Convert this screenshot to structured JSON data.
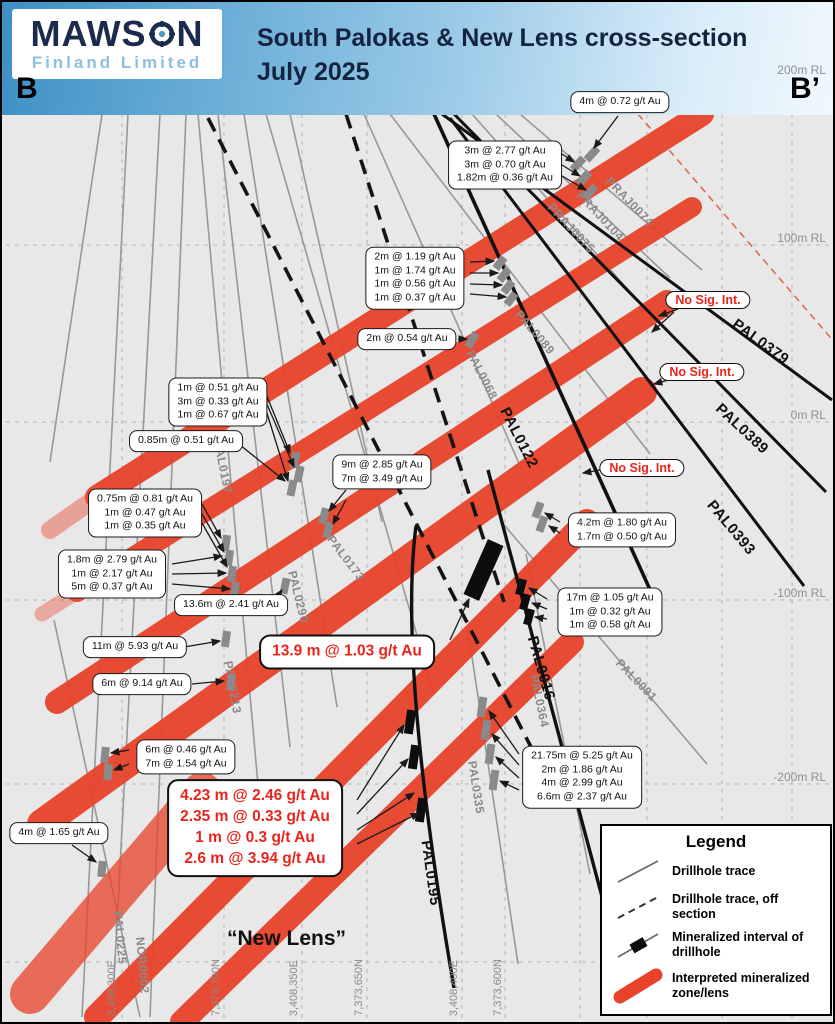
{
  "header": {
    "logo": {
      "brand_left": "MAWS",
      "brand_right": "N",
      "subtitle": "Finland Limited"
    },
    "title_line1": "South Palokas & New Lens cross-section",
    "title_line2": "July 2025",
    "section_left": "B",
    "section_right": "B’"
  },
  "axes": {
    "elevation_labels": [
      "200m RL",
      "100m RL",
      "0m RL",
      "-100m RL",
      "-200m RL"
    ],
    "coordinate_labels": [
      "3,408,300E",
      "7,373,700N",
      "3,408,350E",
      "7,373,650N",
      "3,408,400E",
      "7,373,600N"
    ]
  },
  "drillholes": [
    {
      "id": "PRAJ0075"
    },
    {
      "id": "PRAJ0104"
    },
    {
      "id": "PRAJ0074"
    },
    {
      "id": "PAL0379"
    },
    {
      "id": "PAL0389"
    },
    {
      "id": "PAL0393"
    },
    {
      "id": "PAL0122"
    },
    {
      "id": "PAL0089"
    },
    {
      "id": "PAL0068"
    },
    {
      "id": "PAL0016"
    },
    {
      "id": "PAL0091"
    },
    {
      "id": "PAL0364"
    },
    {
      "id": "PAL0335"
    },
    {
      "id": "PAL0195"
    },
    {
      "id": "PAL0197"
    },
    {
      "id": "PAL0173"
    },
    {
      "id": "PAL0290"
    },
    {
      "id": "PAL0213"
    },
    {
      "id": "PAL0225"
    },
    {
      "id": "NOR0002"
    }
  ],
  "callouts": [
    {
      "lines": [
        "4m @ 0.72 g/t Au"
      ]
    },
    {
      "lines": [
        "3m @ 2.77 g/t Au",
        "3m @ 0.70 g/t Au",
        "1.82m @ 0.36 g/t Au"
      ]
    },
    {
      "lines": [
        "2m @ 1.19 g/t Au",
        "1m @ 1.74 g/t Au",
        "1m @ 0.56 g/t Au",
        "1m @ 0.37 g/t Au"
      ]
    },
    {
      "lines": [
        "2m @ 0.54 g/t Au"
      ]
    },
    {
      "lines": [
        "1m @ 0.51 g/t Au",
        "3m @ 0.33 g/t Au",
        "1m @ 0.67 g/t Au"
      ]
    },
    {
      "lines": [
        "0.85m @ 0.51 g/t Au"
      ]
    },
    {
      "lines": [
        "9m @ 2.85 g/t Au",
        "7m @ 3.49 g/t Au"
      ]
    },
    {
      "lines": [
        "0.75m @ 0.81 g/t Au",
        "1m @ 0.47 g/t Au",
        "1m @ 0.35 g/t Au"
      ]
    },
    {
      "lines": [
        "1.8m @ 2.79 g/t Au",
        "1m @ 2.17 g/t Au",
        "5m @ 0.37 g/t Au"
      ]
    },
    {
      "lines": [
        "13.6m @ 2.41 g/t Au"
      ]
    },
    {
      "lines": [
        "11m @ 5.93 g/t Au"
      ]
    },
    {
      "lines": [
        "6m @ 9.14 g/t Au"
      ]
    },
    {
      "lines": [
        "13.9 m @ 1.03 g/t Au"
      ]
    },
    {
      "lines": [
        "4.2m @ 1.80 g/t Au",
        "1.7m @ 0.50 g/t Au"
      ]
    },
    {
      "lines": [
        "17m @ 1.05 g/t Au",
        "1m @ 0.32 g/t Au",
        "1m @ 0.58 g/t Au"
      ]
    },
    {
      "lines": [
        "6m @ 0.46 g/t Au",
        "7m @ 1.54 g/t Au"
      ]
    },
    {
      "lines": [
        "21.75m @ 5.25 g/t Au",
        "2m @ 1.86 g/t Au",
        "4m @ 2.99 g/t Au",
        "6.6m @ 2.37 g/t Au"
      ]
    },
    {
      "lines": [
        "4.23 m @ 2.46 g/t Au",
        "2.35 m @ 0.33 g/t Au",
        "1 m @ 0.3 g/t Au",
        "2.6 m @ 3.94 g/t Au"
      ]
    },
    {
      "lines": [
        "4m @ 1.65 g/t Au"
      ]
    }
  ],
  "no_sig": {
    "label": "No Sig. Int."
  },
  "annotations": {
    "new_lens": "“New Lens”"
  },
  "legend": {
    "title": "Legend",
    "items": [
      {
        "label": "Drillhole trace"
      },
      {
        "label": "Drillhole trace, off section"
      },
      {
        "label": "Mineralized interval of drillhole"
      },
      {
        "label": "Interpreted mineralized zone/lens"
      }
    ]
  },
  "colors": {
    "mineralized_zone": "#e8432a",
    "highlight_red": "#e8251c",
    "header_navy": "#16263f",
    "header_blue": "#4f9cc9",
    "background": "#e8e8e8"
  }
}
